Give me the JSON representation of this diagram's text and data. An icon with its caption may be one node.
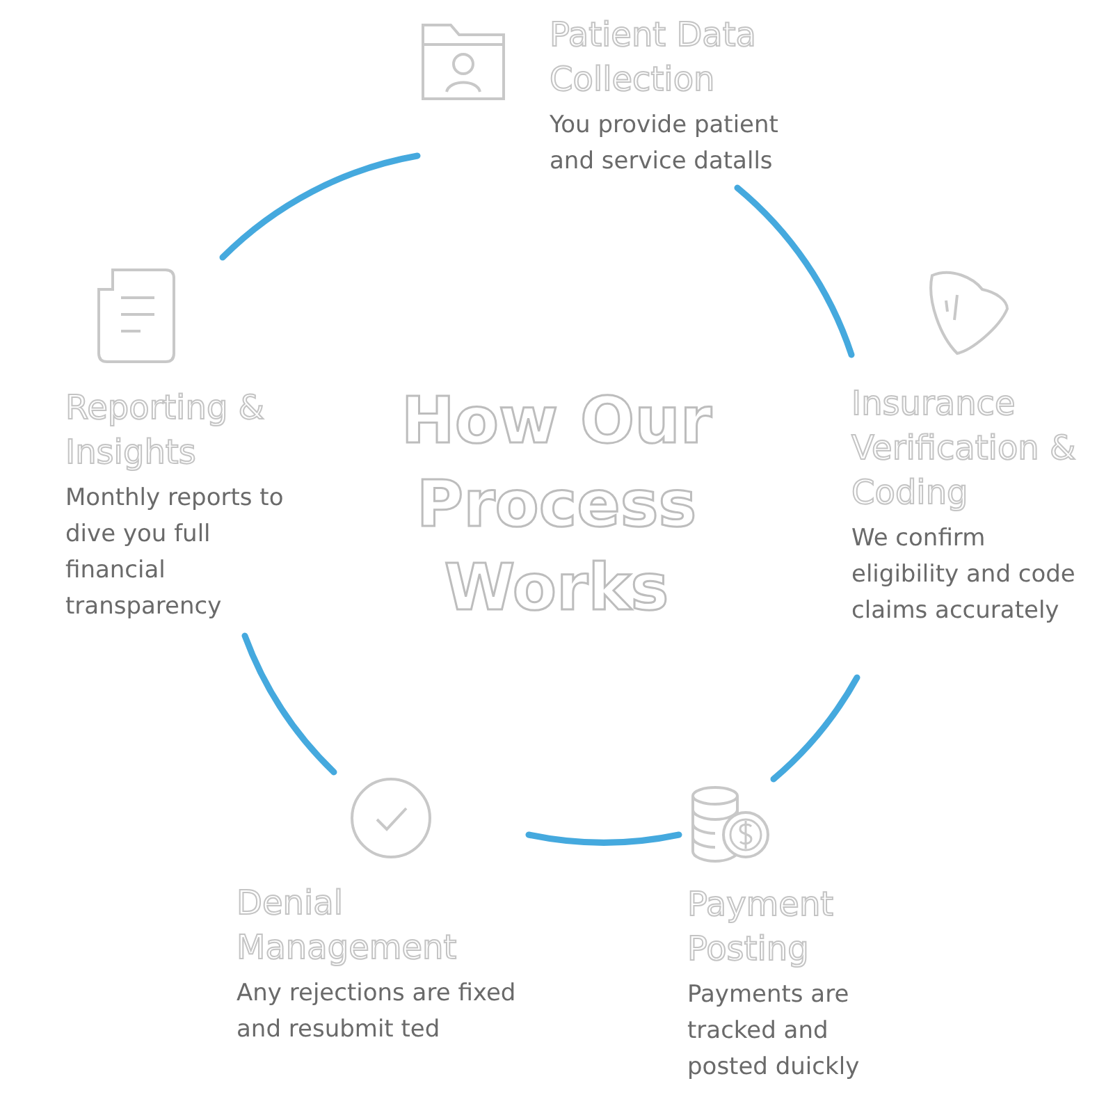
{
  "diagram": {
    "title": "How Our Process Works",
    "nodes": [
      {
        "text": [
          "Patient Data Collection",
          "You provide patient and service datalls"
        ]
      },
      {
        "text": [
          "Insurance Verification & Coding",
          "We confirm eligibility and code claims accurately"
        ]
      },
      {
        "text": [
          "Payment Posting",
          "Payments are tracked and posted duickly"
        ]
      },
      {
        "text": [
          "Denial Management",
          "Any rejections are fixed and resubmit ted"
        ]
      },
      {
        "text": [
          "Reporting & Insights",
          "Monthly reports to dive you full financial transparency"
        ]
      }
    ],
    "edges": [
      {
        "from": 0,
        "to": 1,
        "arrow": "none"
      },
      {
        "from": 1,
        "to": 2,
        "arrow": "none"
      },
      {
        "from": 2,
        "to": 3,
        "arrow": "none"
      },
      {
        "from": 3,
        "to": 4,
        "arrow": "none"
      },
      {
        "from": 4,
        "to": 0,
        "arrow": "none"
      }
    ]
  }
}
